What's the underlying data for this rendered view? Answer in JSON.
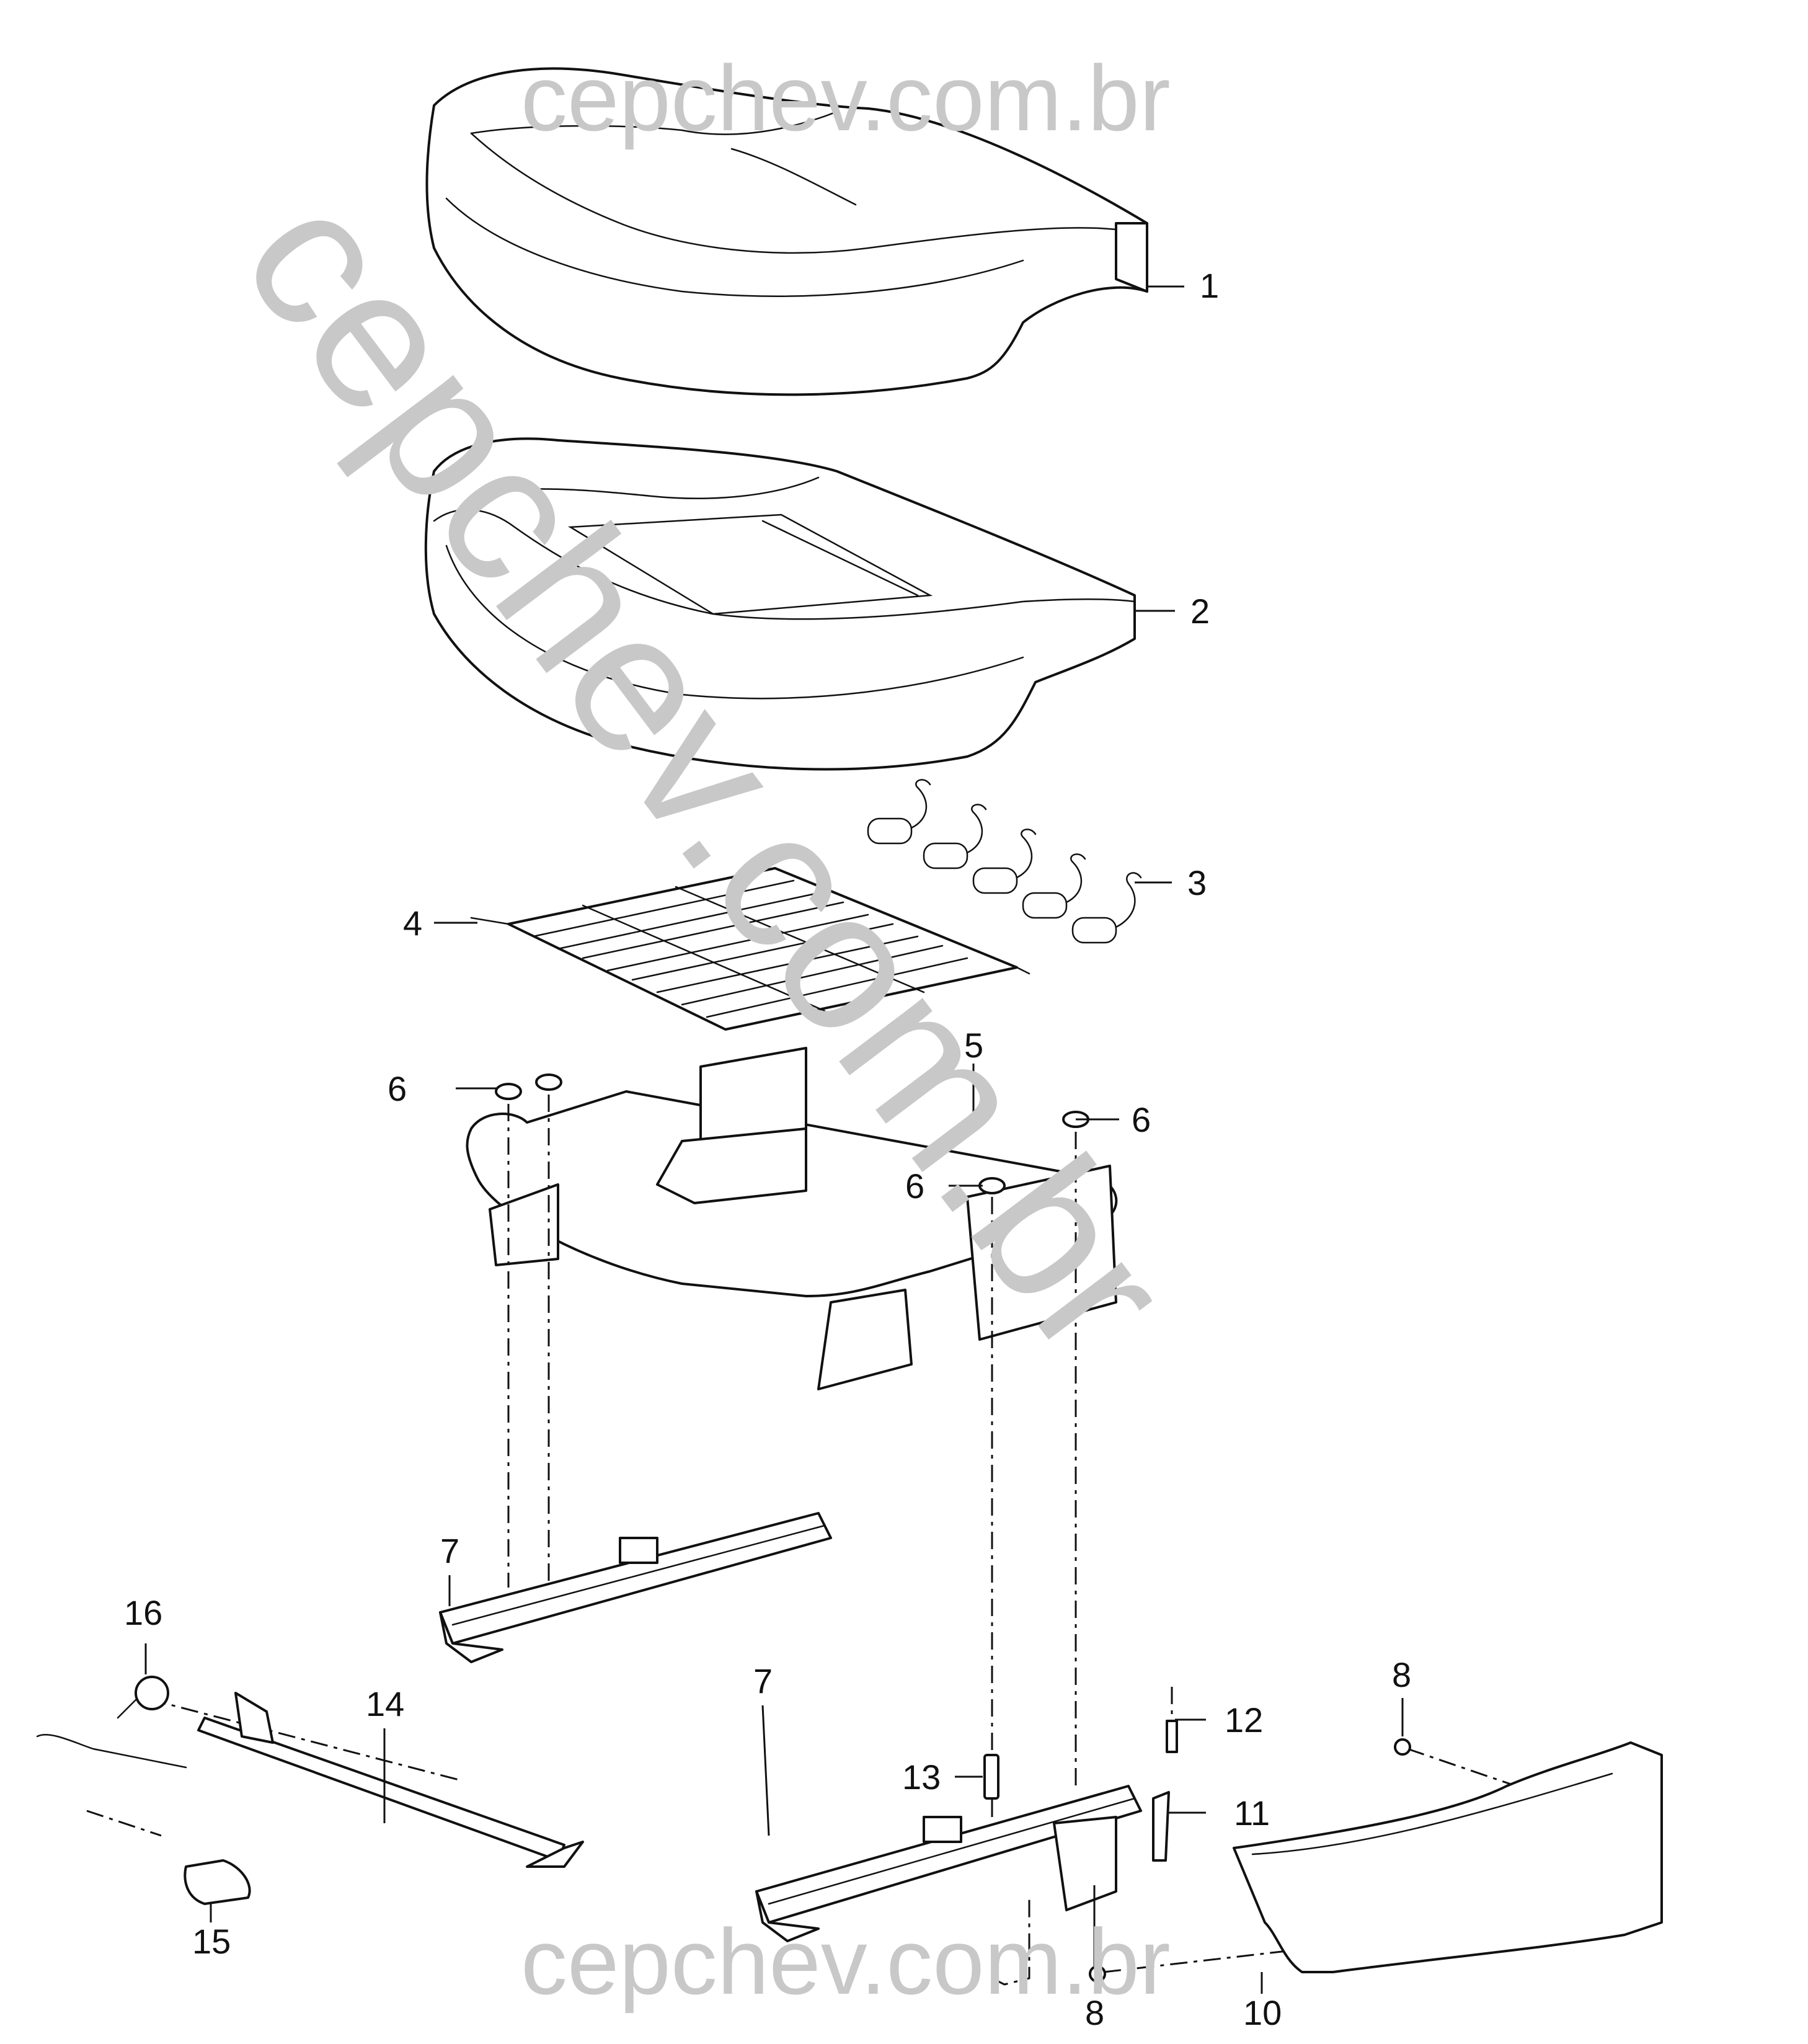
{
  "watermarks": {
    "top": "cepchev.com.br",
    "diagonal": "cepchev.com.br",
    "bottom": "cepchev.com.br"
  },
  "callouts": {
    "c1": "1",
    "c2": "2",
    "c3": "3",
    "c4": "4",
    "c5": "5",
    "c6a": "6",
    "c6b": "6",
    "c6c": "6",
    "c7a": "7",
    "c7b": "7",
    "c8a": "8",
    "c8b": "8",
    "c10": "10",
    "c11": "11",
    "c12": "12",
    "c13": "13",
    "c14": "14",
    "c15": "15",
    "c16": "16"
  },
  "colors": {
    "line": "#111111",
    "watermark": "#c8c8c8",
    "background": "#ffffff"
  }
}
